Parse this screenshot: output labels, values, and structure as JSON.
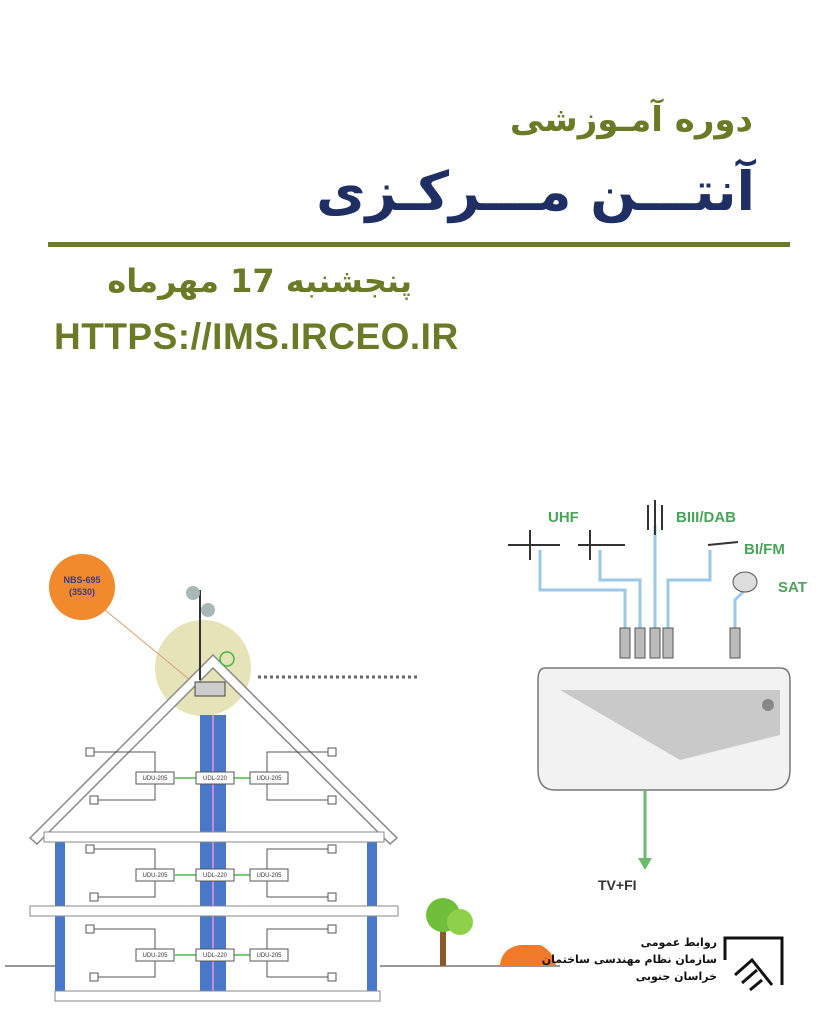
{
  "header": {
    "course_label": "دوره آمـوزشی",
    "course_title": "آنتـــن مـــرکـزی",
    "date": "پنجشنبه 17 مهرماه",
    "url": "HTTPS://IMS.IRCEO.IR"
  },
  "diagram": {
    "sticker_line1": "NBS-695",
    "sticker_line2": "(3530)",
    "distributor_label": "UDL-220",
    "splitter_label": "UDU-205",
    "antenna_labels": [
      "UHF",
      "BIII/DAB",
      "BI/FM",
      "SAT"
    ],
    "output_label": "TV+FI"
  },
  "footer": {
    "logo_line1": "روابط عمومی",
    "logo_line2": "سازمان نظام مهندسی ساختمان",
    "logo_line3": "خراسان جنوبی"
  },
  "colors": {
    "olive": "#6b7a26",
    "navy": "#1f2f63",
    "blue": "#4a78c8",
    "green": "#4ba35a"
  }
}
